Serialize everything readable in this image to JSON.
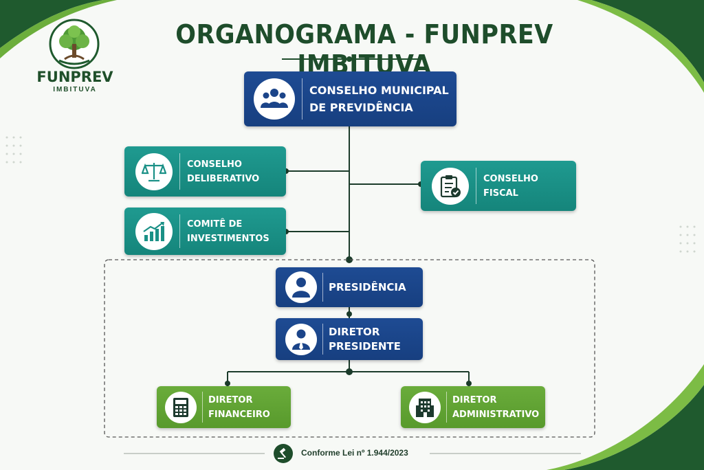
{
  "title": "ORGANOGRAMA - FUNPREV IMBITUVA",
  "logo": {
    "name": "FUNPREV",
    "subtitle": "IMBITUVA"
  },
  "nodes": {
    "conselho_municipal": {
      "label": "CONSELHO MUNICIPAL\nDE PREVIDÊNCIA",
      "icon": "group-icon"
    },
    "conselho_deliberativo": {
      "label": "CONSELHO\nDELIBERATIVO",
      "icon": "scales-icon"
    },
    "comite_investimentos": {
      "label": "COMITÊ DE\nINVESTIMENTOS",
      "icon": "growth-chart-icon"
    },
    "conselho_fiscal": {
      "label": "CONSELHO\nFISCAL",
      "icon": "checklist-icon"
    },
    "presidencia": {
      "label": "PRESIDÊNCIA",
      "icon": "person-icon"
    },
    "diretor_presidente": {
      "label": "DIRETOR\nPRESIDENTE",
      "icon": "businessman-icon"
    },
    "diretor_financeiro": {
      "label": "DIRETOR\nFINANCEIRO",
      "icon": "calculator-icon"
    },
    "diretor_administrativo": {
      "label": "DIRETOR\nADMINISTRATIVO",
      "icon": "building-icon"
    }
  },
  "footer": {
    "text": "Conforme Lei nº 1.944/2023",
    "icon": "gavel-icon"
  },
  "colors": {
    "navy": "#1b4489",
    "teal": "#1a9086",
    "green": "#62a535",
    "dark_green": "#1e4d2b"
  }
}
